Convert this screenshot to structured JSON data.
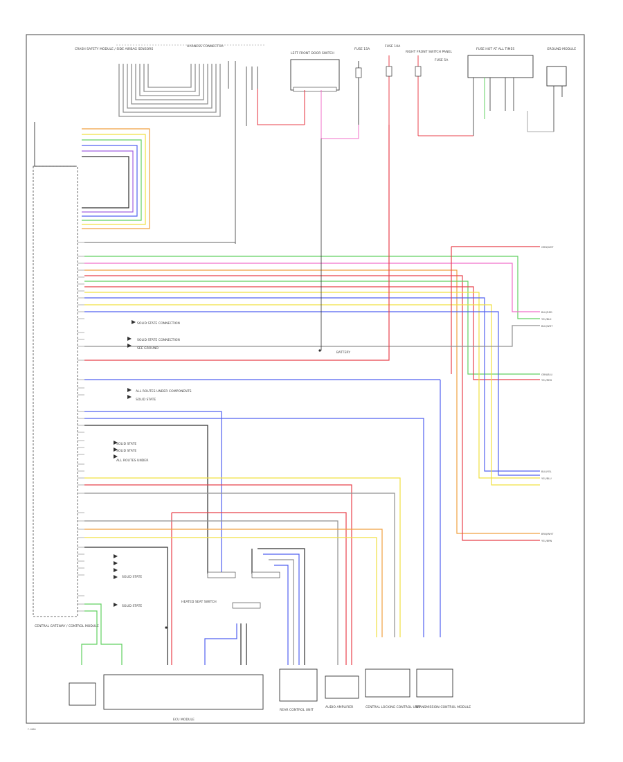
{
  "page": {
    "footer_code": "F-0000"
  },
  "components": {
    "top_left_device": "CRASH SAFETY MODULE / SIDE AIRBAG SENSORS",
    "multi_connector": "HARNESS CONNECTOR",
    "left_front_door_switch": "LEFT FRONT DOOR SWITCH",
    "fuse_a": "FUSE 15A",
    "fuse_b": "FUSE 10A",
    "fuse_c": "FUSE 5A",
    "right_front_switch_panel": "RIGHT FRONT SWITCH PANEL",
    "fuse_hot_box": "FUSE HOT AT ALL TIMES",
    "ground_module": "GROUND MODULE",
    "left_control_module": "CENTRAL GATEWAY / CONTROL MODULE",
    "heated_seat_switch": "HEATED SEAT SWITCH",
    "bottom_module": "ECU MODULE",
    "rear_control_unit": "REAR CONTROL UNIT",
    "audio_amplifier": "AUDIO AMPLIFIER",
    "central_control_unit": "CENTRAL LOCKING CONTROL UNIT",
    "transmission_control": "TRANSMISSION CONTROL MODULE"
  },
  "inline_notes": {
    "note_a": "SOLID STATE CONNECTION",
    "note_b": "SOLID STATE CONNECTION",
    "note_c": "SEE GROUND",
    "note_d": "ALL ROUTES UNDER COMPONENTS",
    "note_e": "SOLID STATE",
    "note_f": "SOLID STATE",
    "note_g": "SOLID STATE",
    "note_h": "ALL ROUTES UNDER",
    "note_i": "SOLID STATE",
    "note_j": "SOLID STATE",
    "note_k": "BATTERY"
  },
  "right_terminals": {
    "t1": "GRN/WHT",
    "t2": "BLU/RED",
    "t3": "YEL/BLK",
    "t4": "BLU/WHT",
    "t5": "GRN/BLU",
    "t6": "YEL/RED",
    "t7": "BLU/YEL",
    "t8": "YEL/BLU",
    "t9": "BRN/WHT",
    "t10": "YEL/BRN"
  },
  "colors": {
    "red": "#e8404b",
    "pink": "#f06fc9",
    "orange": "#f0a040",
    "yellow": "#f0e040",
    "green": "#60d060",
    "blue": "#5060f0",
    "violet": "#a060e0",
    "gray": "#909090",
    "black": "#303030",
    "frame": "#444444"
  }
}
